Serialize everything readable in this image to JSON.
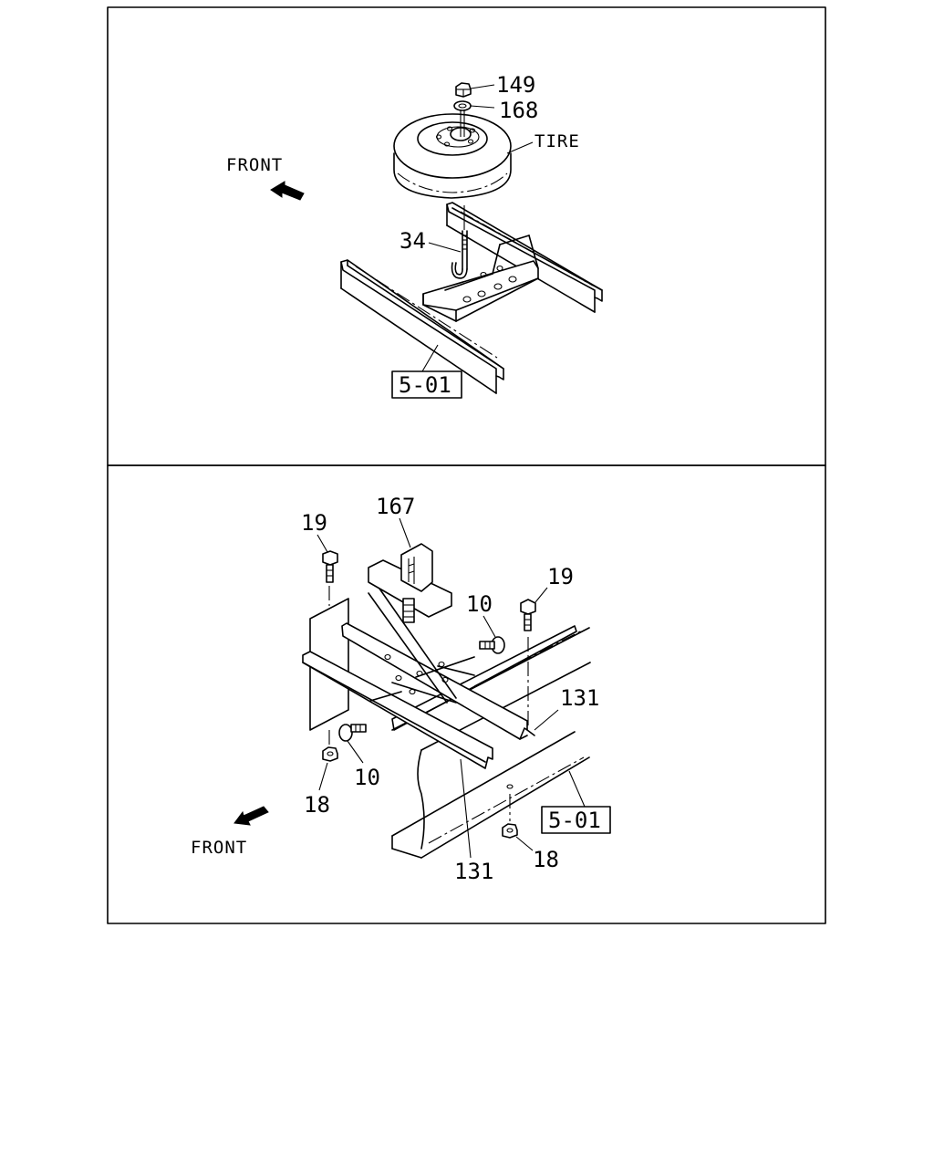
{
  "top_panel": {
    "labels": {
      "nut": "149",
      "washer": "168",
      "tire": "TIRE",
      "hook_bolt": "34",
      "ref": "5-01",
      "front": "FRONT"
    }
  },
  "bottom_panel": {
    "labels": {
      "bracket": "167",
      "bolt_left": "19",
      "bolt_right": "19",
      "bolt_mid": "10",
      "bolt_low": "10",
      "rail_upper": "131",
      "rail_lower": "131",
      "nut_left": "18",
      "nut_right": "18",
      "ref": "5-01",
      "front": "FRONT"
    }
  }
}
